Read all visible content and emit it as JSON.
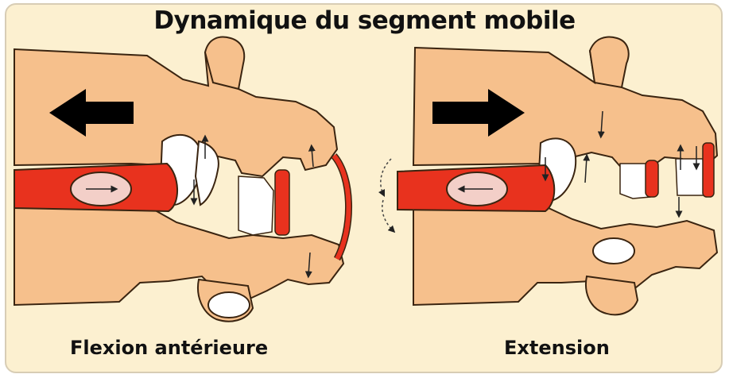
{
  "title": "Dynamique du segment mobile",
  "panels": [
    {
      "caption": "Flexion antérieure"
    },
    {
      "caption": "Extension"
    }
  ],
  "colors": {
    "background": "#fcf0d0",
    "bone": "#f6c08c",
    "bone_outline": "#3a2410",
    "ligament": "#e8321e",
    "nucleus": "#f3cfc8",
    "facet_space": "#ffffff",
    "arrow": "#000000"
  }
}
